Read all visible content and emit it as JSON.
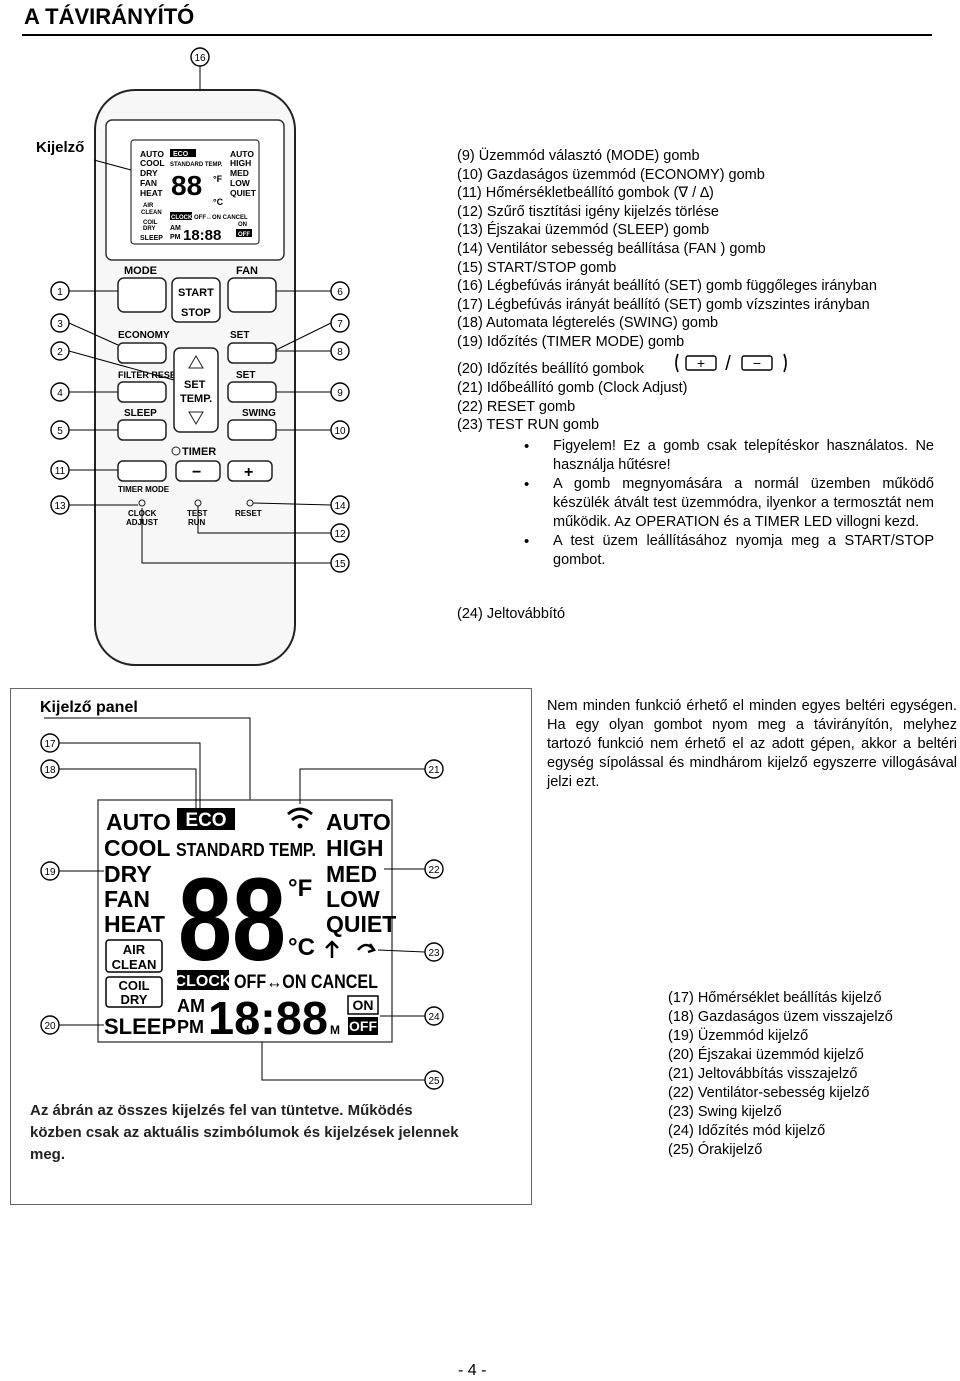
{
  "page": {
    "title": "A TÁVIRÁNYÍTÓ",
    "footer": "- 4 -"
  },
  "remote": {
    "kijelzo_label": "Kijelző",
    "lcd": {
      "left_modes": [
        "AUTO",
        "COOL",
        "DRY",
        "FAN",
        "HEAT"
      ],
      "air_clean": [
        "AIR",
        "CLEAN"
      ],
      "coil_dry": [
        "COIL",
        "DRY"
      ],
      "sleep": "SLEEP",
      "eco": "ECO",
      "standard_temp": "STANDARD TEMP.",
      "digits": "88",
      "unit_f": "°F",
      "unit_c": "°C",
      "fan_speeds": [
        "AUTO",
        "HIGH",
        "MED",
        "LOW",
        "QUIET"
      ],
      "clock": "CLOCK",
      "off_on_cancel": "OFF↔ON CANCEL",
      "am": "AM",
      "pm": "PM",
      "time": "18:88",
      "h": "H",
      "m": "M",
      "on": "ON",
      "off": "OFF"
    },
    "buttons": {
      "mode": "MODE",
      "fan": "FAN",
      "start": "START",
      "stop": "STOP",
      "economy": "ECONOMY",
      "set_v": "SET",
      "filter_reset": "FILTER RESET",
      "set_h": "SET",
      "sleep": "SLEEP",
      "set_temp": [
        "SET",
        "TEMP."
      ],
      "swing": "SWING",
      "timer": "TIMER",
      "timer_mode": "TIMER MODE",
      "minus": "−",
      "plus": "+",
      "clock_adjust": [
        "CLOCK",
        "ADJUST"
      ],
      "test_run": [
        "TEST",
        "RUN"
      ],
      "reset": "RESET"
    },
    "callouts": [
      "16",
      "1",
      "2",
      "3",
      "4",
      "5",
      "11",
      "13",
      "6",
      "7",
      "8",
      "9",
      "10",
      "14",
      "12",
      "15"
    ]
  },
  "list_items": [
    "(9)   Üzemmód választó (MODE) gomb",
    "(10) Gazdaságos üzemmód (ECONOMY) gomb",
    "(11) Hőmérsékletbeállító gombok (∇ / ∆)",
    "(12) Szűrő tisztítási igény kijelzés törlése",
    "(13) Éjszakai üzemmód (SLEEP) gomb",
    "(14) Ventilátor sebesség beállítása (FAN ) gomb",
    "(15) START/STOP gomb",
    "(16) Légbefúvás irányát beállító (SET) gomb függőleges irányban",
    "(17) Légbefúvás irányát beállító (SET) gomb vízszintes irányban",
    "(18) Automata légterelés (SWING) gomb",
    "(19) Időzítés (TIMER MODE) gomb",
    "(20) Időzítés beállító gombok",
    "(21) Időbeállító gomb (Clock Adjust)",
    "(22) RESET gomb",
    "(23) TEST RUN gomb"
  ],
  "timer_keys": {
    "plus": "+",
    "slash": "/",
    "minus": "−"
  },
  "bullets": [
    "Figyelem! Ez a gomb csak telepítéskor használatos. Ne használja hűtésre!",
    "A gomb megnyomására a normál üzemben működő készülék átvált test üzemmódra, ilyenkor a termosztát nem működik. Az OPERATION és a TIMER LED villogni kezd.",
    "A test üzem leállításához nyomja meg a START/STOP gombot."
  ],
  "item_24": "(24) Jeltovábbító",
  "panel": {
    "label": "Kijelző panel",
    "caption": "Az ábrán az összes kijelzés fel van tüntetve. Működés közben csak az aktuális szimbólumok és kijelzések jelennek meg.",
    "callouts": [
      "17",
      "18",
      "19",
      "20",
      "21",
      "22",
      "23",
      "24",
      "25"
    ]
  },
  "note": "Nem minden funkció érhető el minden egyes beltéri egységen. Ha egy olyan gombot nyom meg a távirányítón, melyhez tartozó funkció nem érhető el az adott gépen, akkor a beltéri egység sípolással és mindhárom kijelző egyszerre villogásával jelzi ezt.",
  "legend": [
    "(17) Hőmérséklet beállítás kijelző",
    "(18) Gazdaságos üzem visszajelző",
    "(19) Üzemmód kijelző",
    "(20) Éjszakai üzemmód kijelző",
    "(21) Jeltovábbítás visszajelző",
    "(22) Ventilátor-sebesség kijelző",
    "(23) Swing kijelző",
    "(24) Időzítés mód kijelző",
    "(25) Órakijelző"
  ]
}
